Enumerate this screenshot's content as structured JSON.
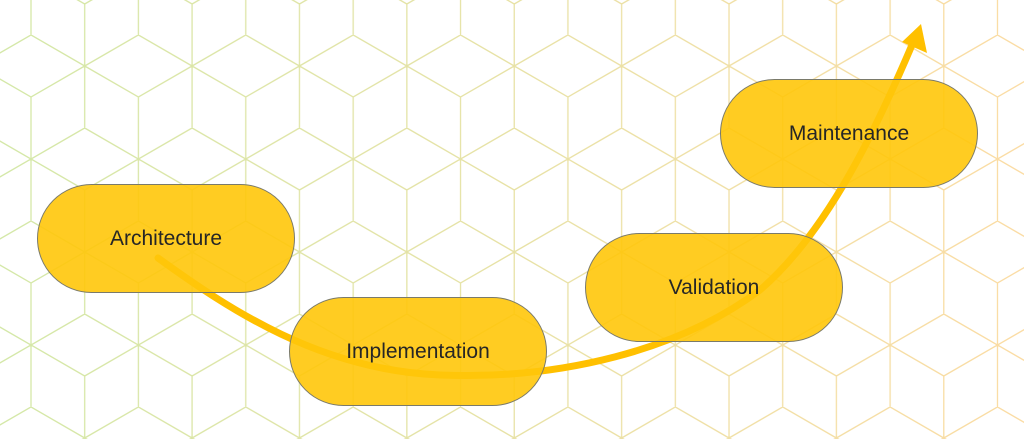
{
  "stages": [
    {
      "label": "Architecture"
    },
    {
      "label": "Implementation"
    },
    {
      "label": "Validation"
    },
    {
      "label": "Maintenance"
    }
  ],
  "colors": {
    "pill_fill": "#FFC70A",
    "arrow": "#FFC000",
    "grid_left": "#D4E8A8",
    "grid_right": "#FBDFA8",
    "text": "#262626"
  }
}
